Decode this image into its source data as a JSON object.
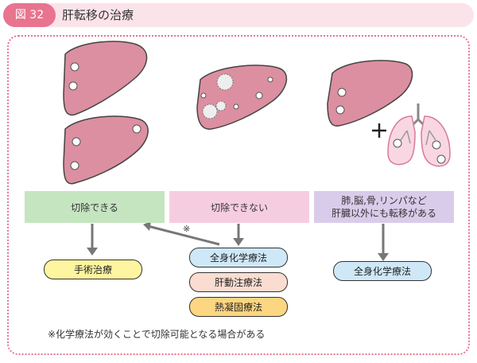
{
  "header": {
    "figure_label": "図 32",
    "title": "肝転移の治療"
  },
  "categories": {
    "resectable": "切除できる",
    "unresectable": "切除できない",
    "other_organs_line1": "肺,脳,骨,リンパなど",
    "other_organs_line2": "肝臓以外にも転移がある"
  },
  "treatments": {
    "surgery": "手術治療",
    "chemo_center": "全身化学療法",
    "hepatic_arterial": "肝動注療法",
    "ablation": "熱凝固療法",
    "chemo_right": "全身化学療法"
  },
  "arrow_mark": "※",
  "footnote": "※化学療法が効くことで切除可能となる場合がある",
  "colors": {
    "accent": "#e8748f",
    "liver_fill": "#dc8fa0",
    "lung_fill": "#f9d7e2",
    "green_box": "#c5e5c1",
    "pink_box": "#f6cde0",
    "purple_box": "#d9ccea",
    "yellow_pill": "#fdf5a0",
    "blue_pill": "#cfe8f7",
    "peach_pill": "#fbdcd0",
    "orange_pill": "#fcd680"
  }
}
